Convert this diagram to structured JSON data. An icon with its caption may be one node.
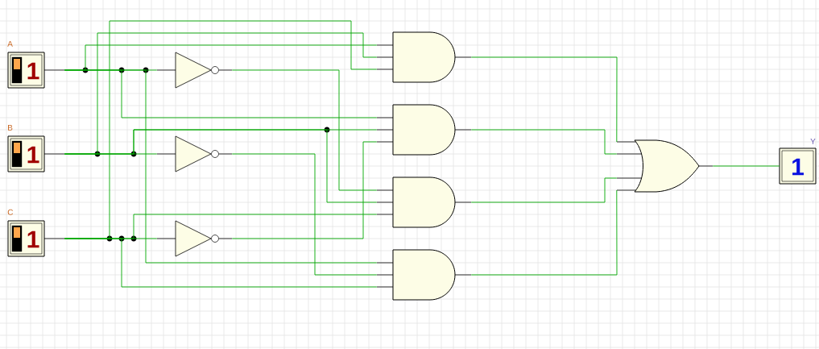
{
  "diagram": {
    "nodes": [
      {
        "text": [
          "A",
          "1"
        ]
      },
      {
        "text": [
          "B",
          "1"
        ]
      },
      {
        "text": [
          "C",
          "1"
        ]
      },
      {
        "text": [],
        "shape": "triangle"
      },
      {
        "text": [],
        "shape": "triangle"
      },
      {
        "text": [],
        "shape": "triangle"
      },
      {
        "text": [],
        "shape": "gate"
      },
      {
        "text": [],
        "shape": "gate"
      },
      {
        "text": [],
        "shape": "gate"
      },
      {
        "text": [],
        "shape": "gate"
      },
      {
        "text": [],
        "shape": "gate"
      },
      {
        "text": [
          "Y",
          "1"
        ]
      }
    ],
    "edges": [
      {
        "from": 0,
        "to": 3,
        "arrow": "none"
      },
      {
        "from": 0,
        "to": 6,
        "arrow": "none"
      },
      {
        "from": 0,
        "to": 7,
        "arrow": "none"
      },
      {
        "from": 0,
        "to": 9,
        "arrow": "none"
      },
      {
        "from": 1,
        "to": 4,
        "arrow": "none"
      },
      {
        "from": 1,
        "to": 6,
        "arrow": "none"
      },
      {
        "from": 1,
        "to": 7,
        "arrow": "none"
      },
      {
        "from": 1,
        "to": 8,
        "arrow": "none"
      },
      {
        "from": 2,
        "to": 5,
        "arrow": "none"
      },
      {
        "from": 2,
        "to": 6,
        "arrow": "none"
      },
      {
        "from": 2,
        "to": 8,
        "arrow": "none"
      },
      {
        "from": 2,
        "to": 9,
        "arrow": "none"
      },
      {
        "from": 3,
        "to": 8,
        "arrow": "none"
      },
      {
        "from": 4,
        "to": 9,
        "arrow": "none"
      },
      {
        "from": 5,
        "to": 7,
        "arrow": "none"
      },
      {
        "from": 6,
        "to": 10,
        "arrow": "none"
      },
      {
        "from": 7,
        "to": 10,
        "arrow": "none"
      },
      {
        "from": 8,
        "to": 10,
        "arrow": "none"
      },
      {
        "from": 9,
        "to": 10,
        "arrow": "none"
      },
      {
        "from": 10,
        "to": 11,
        "arrow": "none"
      }
    ]
  }
}
